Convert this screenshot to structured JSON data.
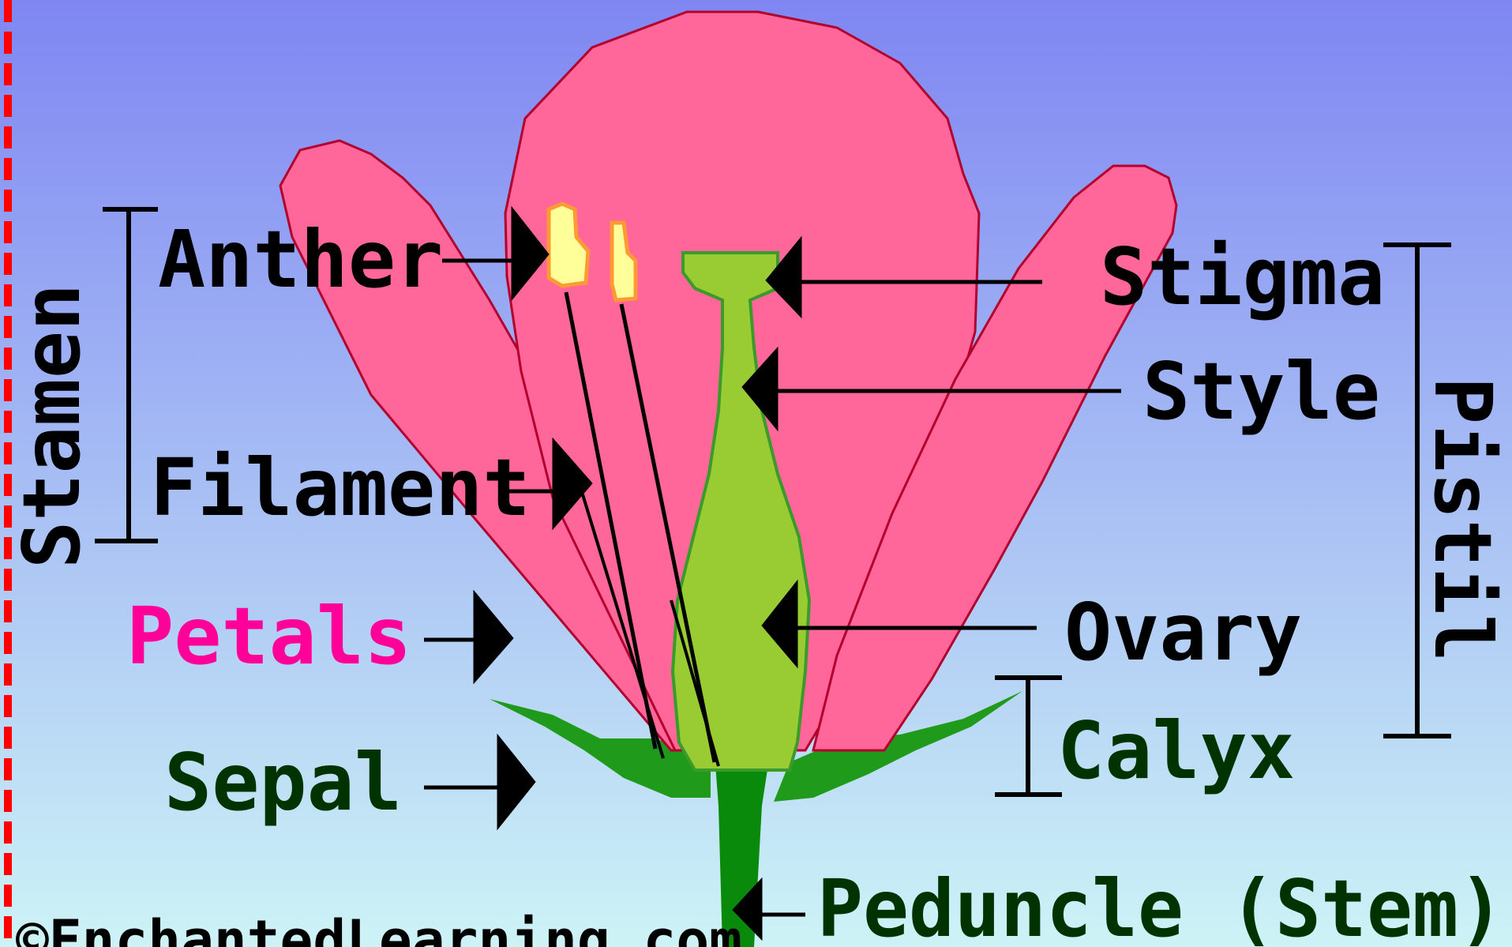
{
  "labels": {
    "stamen": "Stamen",
    "anther": "Anther",
    "filament": "Filament",
    "petals": "Petals",
    "sepal": "Sepal",
    "stigma": "Stigma",
    "style": "Style",
    "ovary": "Ovary",
    "calyx": "Calyx",
    "pistil": "Pistil",
    "peduncle": "Peduncle (Stem)",
    "copyright": "©EnchantedLearning.com"
  },
  "colors": {
    "sky_top": "#7f86f2",
    "sky_bottom": "#cdf3f6",
    "petal": "#ff6699",
    "petal_outline": "#b3002d",
    "pistil": "#99cc33",
    "pistil_outline": "#3a9a2a",
    "sepal": "#1f9a1a",
    "stem": "#0a8a0a",
    "anther": "#ffff99",
    "anther_outline": "#ff9933",
    "label_text": "#000000",
    "petals_label": "#ff0099",
    "green_label": "#003300",
    "border_dash": "#ff0000"
  }
}
